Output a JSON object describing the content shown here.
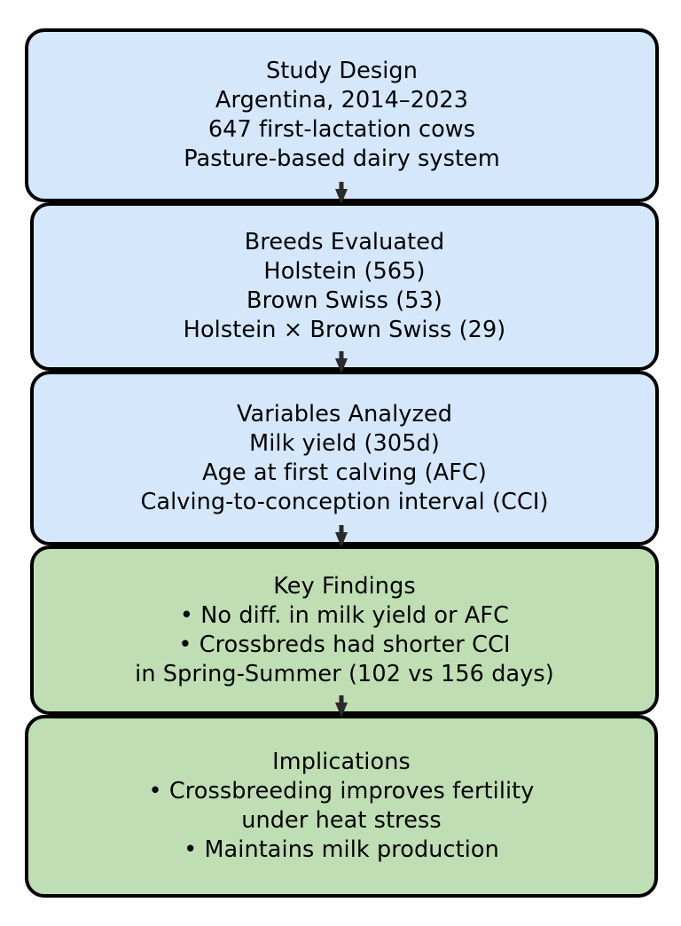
{
  "diagram": {
    "title": "Study Design Flowchart",
    "orientation": "top-to-bottom",
    "colors": {
      "node_fill_blue": "#d5e7fb",
      "node_fill_green": "#c0deb3",
      "node_border": "#000000",
      "text": "#000000",
      "arrow": "#2b2b2b",
      "background": "#ffffff"
    },
    "nodes": [
      {
        "id": "study-design",
        "style": "blue",
        "lines": [
          "Study Design",
          "Argentina, 2014–2023",
          "647 first-lactation cows",
          "Pasture-based dairy system"
        ]
      },
      {
        "id": "breeds-evaluated",
        "style": "blue",
        "lines": [
          "Breeds Evaluated",
          "Holstein (565)",
          "Brown Swiss (53)",
          "Holstein × Brown Swiss (29)"
        ]
      },
      {
        "id": "variables-analyzed",
        "style": "blue",
        "lines": [
          "Variables Analyzed",
          "Milk yield (305d)",
          "Age at first calving (AFC)",
          "Calving-to-conception interval (CCI)"
        ]
      },
      {
        "id": "key-findings",
        "style": "green",
        "lines": [
          "Key Findings",
          "• No diff. in milk yield or AFC",
          "• Crossbreds had shorter CCI",
          "in Spring-Summer (102 vs 156 days)"
        ]
      },
      {
        "id": "implications",
        "style": "green",
        "lines": [
          "Implications",
          "• Crossbreeding improves fertility",
          "under heat stress",
          "• Maintains milk production"
        ]
      }
    ],
    "arrows": [
      {
        "id": "arrow-study-to-breeds",
        "icon": "arrow-down-icon",
        "from": "study-design",
        "to": "breeds-evaluated"
      },
      {
        "id": "arrow-breeds-to-variables",
        "icon": "arrow-down-icon",
        "from": "breeds-evaluated",
        "to": "variables-analyzed"
      },
      {
        "id": "arrow-variables-to-findings",
        "icon": "arrow-down-icon",
        "from": "variables-analyzed",
        "to": "key-findings"
      },
      {
        "id": "arrow-findings-to-implications",
        "icon": "arrow-down-icon",
        "from": "key-findings",
        "to": "implications"
      }
    ]
  }
}
